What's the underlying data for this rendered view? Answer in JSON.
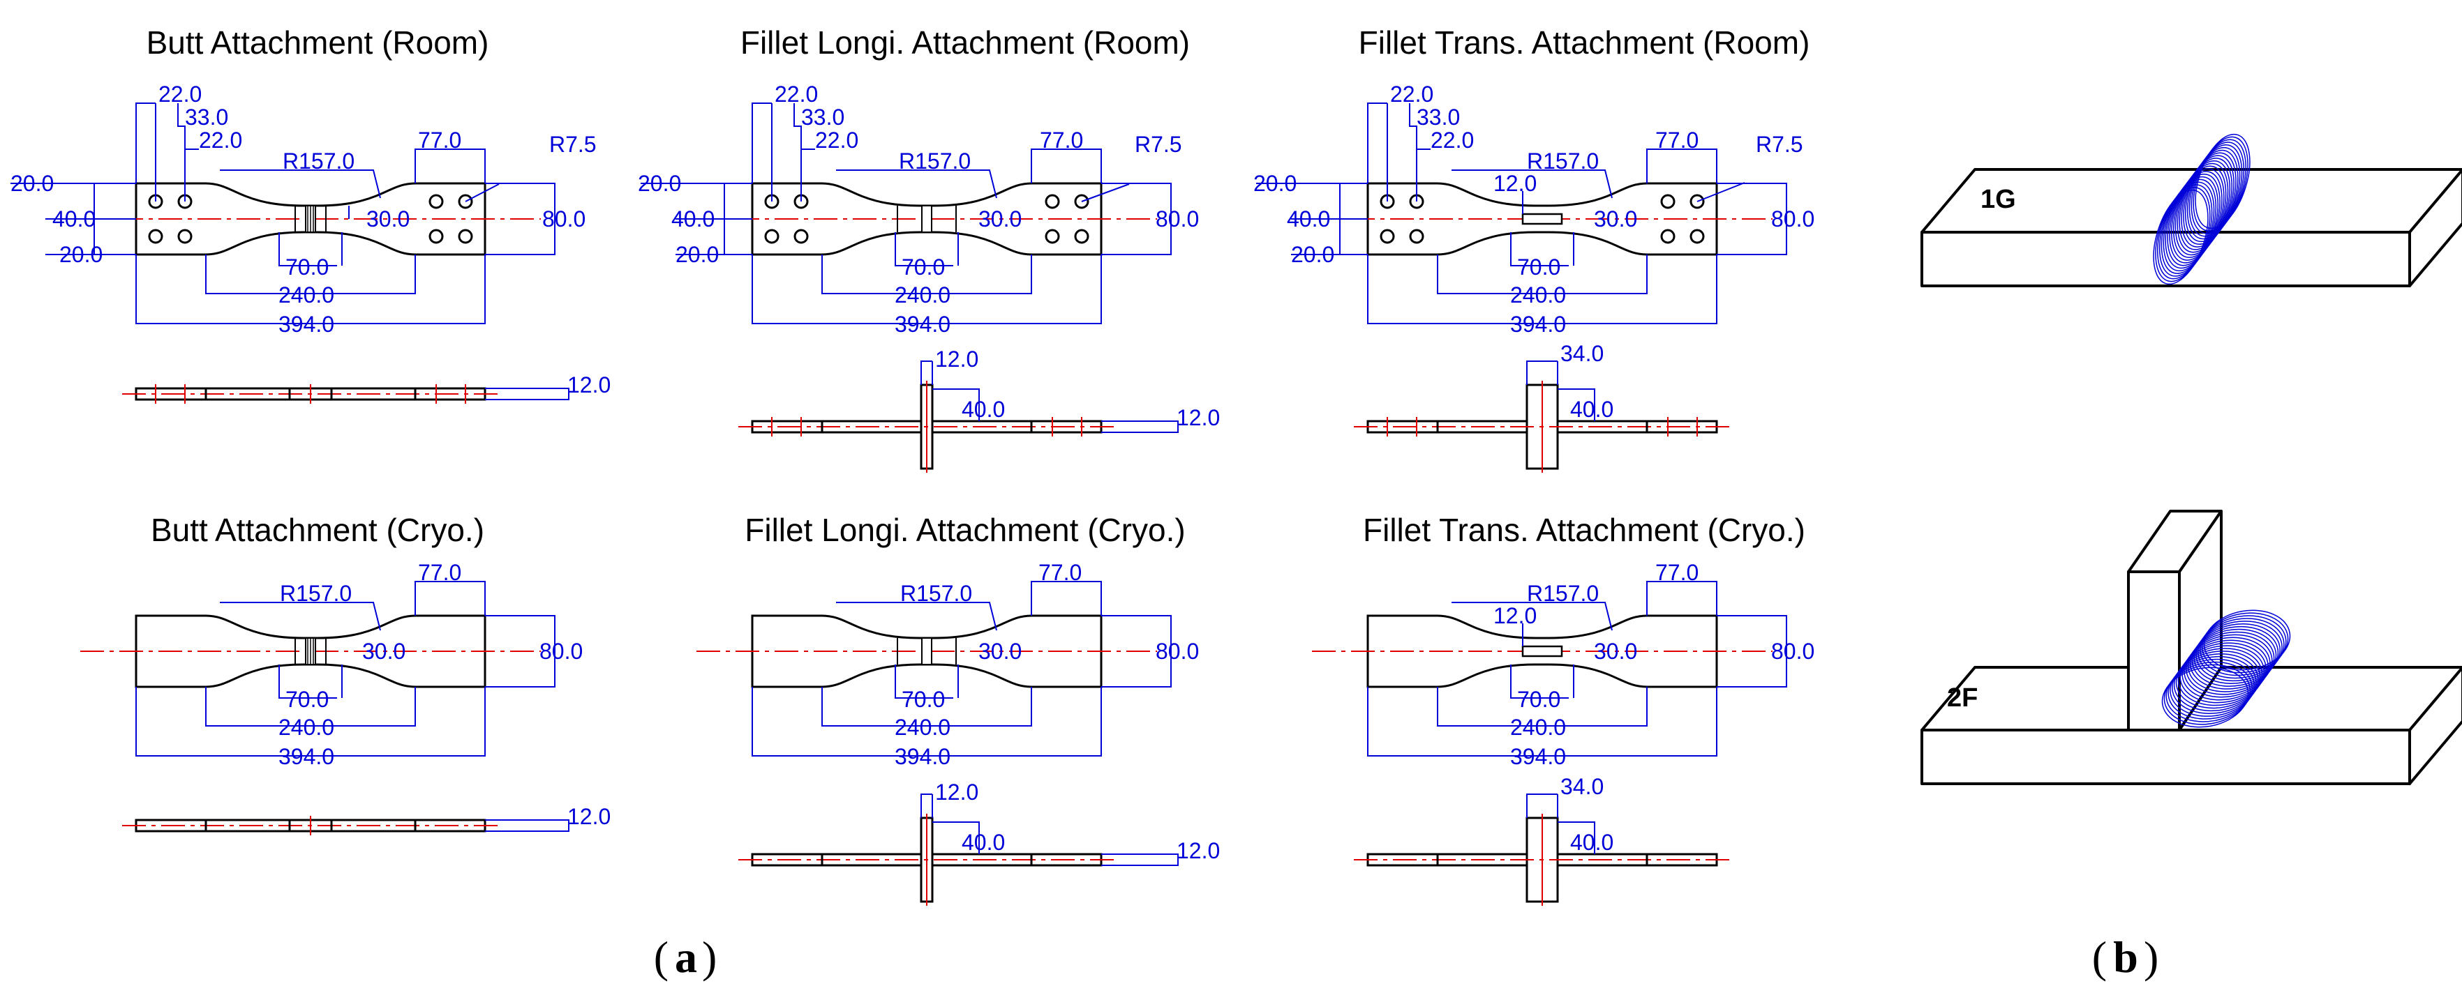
{
  "specimens": [
    {
      "title": "Butt Attachment (Room)",
      "type": "butt",
      "holes": true
    },
    {
      "title": "Fillet Longi. Attachment (Room)",
      "type": "longi",
      "holes": true
    },
    {
      "title": "Fillet Trans. Attachment (Room)",
      "type": "trans",
      "holes": true
    },
    {
      "title": "Butt Attachment (Cryo.)",
      "type": "butt",
      "holes": false
    },
    {
      "title": "Fillet Longi. Attachment (Cryo.)",
      "type": "longi",
      "holes": false
    },
    {
      "title": "Fillet Trans. Attachment (Cryo.)",
      "type": "trans",
      "holes": false
    }
  ],
  "dims": {
    "d22": "22.0",
    "d33": "33.0",
    "d20": "20.0",
    "d40": "40.0",
    "r157": "R157.0",
    "r75": "R7.5",
    "d77": "77.0",
    "d30": "30.0",
    "d80": "80.0",
    "d70": "70.0",
    "d240": "240.0",
    "d394": "394.0",
    "d12": "12.0",
    "d34": "34.0"
  },
  "welds": [
    {
      "label": "1G"
    },
    {
      "label": "2F"
    }
  ],
  "captions": {
    "a": "a",
    "b": "b"
  }
}
